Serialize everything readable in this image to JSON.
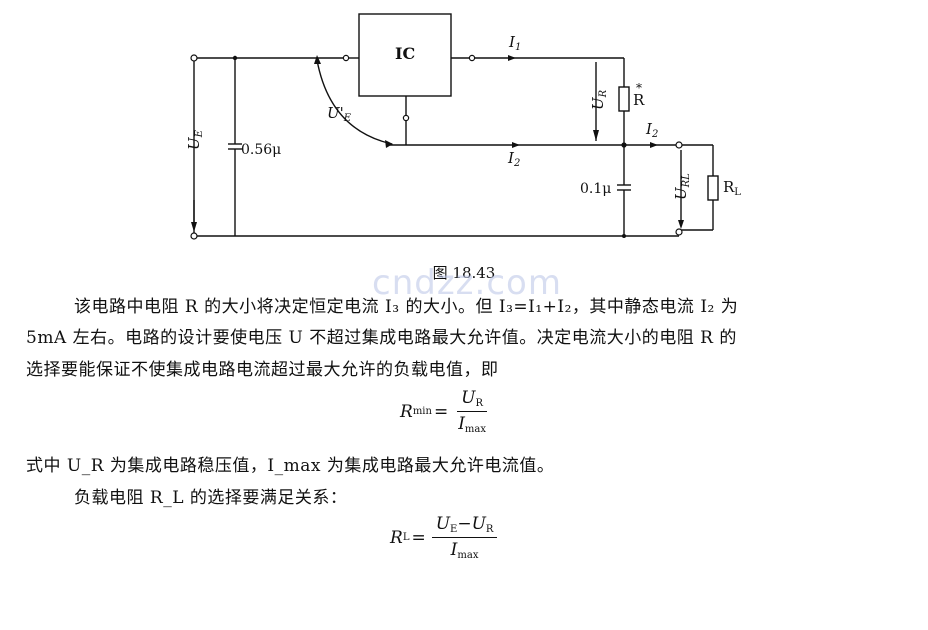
{
  "figure": {
    "ic_label": "IC",
    "ue_label": "U",
    "ue_sub": "E",
    "uep_label": "U'",
    "uep_sub": "E",
    "cap1_label": "0.56μ",
    "cap2_label": "0.1μ",
    "i1_label": "I",
    "i1_sub": "1",
    "i2_label": "I",
    "i2_sub": "2",
    "i3_label": "I",
    "i3_sub": "2",
    "ur_label": "U",
    "ur_sub": "R",
    "r_label": "R",
    "r_star": "*",
    "url_label": "U",
    "url_sub": "RL",
    "rl_label": "R",
    "rl_sub": "L",
    "caption": "图 18.43"
  },
  "watermark": "cndzz.com",
  "text": {
    "line1": "该电路中电阻 R 的大小将决定恒定电流 I₃ 的大小。但 I₃=I₁+I₂，其中静态电流 I₂ 为",
    "line2": "5mA 左右。电路的设计要使电压 U 不超过集成电路最大允许值。决定电流大小的电阻 R 的",
    "line3": "选择要能保证不使集成电路电流超过最大允许的负载电值，即",
    "line4": "式中 U_R 为集成电路稳压值，I_max 为集成电路最大允许电流值。",
    "line5": "负载电阻 R_L 的选择要满足关系："
  },
  "eq1": {
    "lhs": "R",
    "lhs_sub": "min",
    "op": "=",
    "num": "U",
    "num_sub": "R",
    "den": "I",
    "den_sub": "max"
  },
  "eq2": {
    "lhs": "R",
    "lhs_sub": "L",
    "op": "=",
    "num_a": "U",
    "num_a_sub": "E",
    "minus": "−",
    "num_b": "U",
    "num_b_sub": "R",
    "den": "I",
    "den_sub": "max"
  }
}
